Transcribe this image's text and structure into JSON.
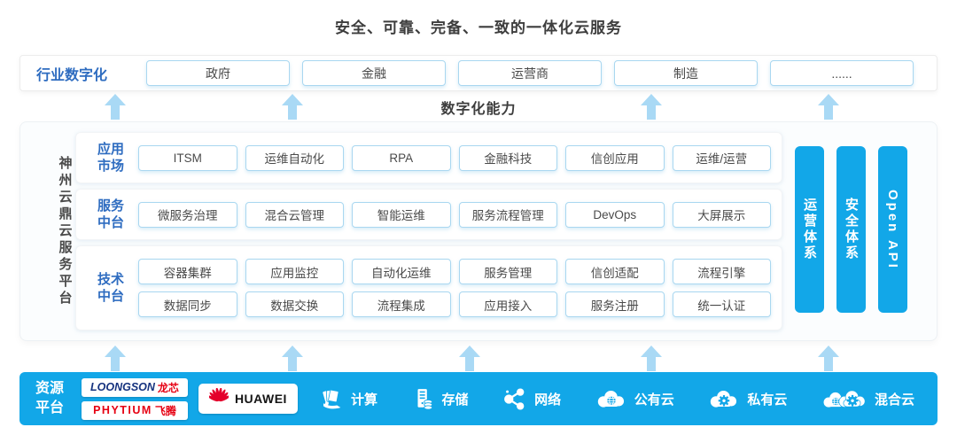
{
  "title": "安全、可靠、完备、一致的一体化云服务",
  "industry": {
    "label": "行业数字化",
    "items": [
      "政府",
      "金融",
      "运营商",
      "制造",
      "......"
    ]
  },
  "capability_label": "数字化能力",
  "platform": {
    "name": "神州云鼎云服务平台",
    "sections": [
      {
        "label": "应用市场",
        "rows": [
          [
            "ITSM",
            "运维自动化",
            "RPA",
            "金融科技",
            "信创应用",
            "运维/运营"
          ]
        ]
      },
      {
        "label": "服务中台",
        "rows": [
          [
            "微服务治理",
            "混合云管理",
            "智能运维",
            "服务流程管理",
            "DevOps",
            "大屏展示"
          ]
        ]
      },
      {
        "label": "技术中台",
        "rows": [
          [
            "容器集群",
            "应用监控",
            "自动化运维",
            "服务管理",
            "信创适配",
            "流程引擎"
          ],
          [
            "数据同步",
            "数据交换",
            "流程集成",
            "应用接入",
            "服务注册",
            "统一认证"
          ]
        ]
      }
    ],
    "pillars": [
      "运营体系",
      "安全体系",
      "Open API"
    ]
  },
  "resource": {
    "label": "资源平台",
    "vendors": {
      "loongson": {
        "en": "LOONGSON",
        "cn": "龙芯"
      },
      "phytium": {
        "en": "PHYTIUM",
        "cn": "飞腾"
      },
      "huawei": {
        "text": "HUAWEI",
        "icon": "huawei-flower-icon"
      }
    },
    "items": [
      {
        "label": "计算",
        "icon": "compute-icon"
      },
      {
        "label": "存储",
        "icon": "storage-icon"
      },
      {
        "label": "网络",
        "icon": "network-icon"
      },
      {
        "label": "公有云",
        "icon": "public-cloud-icon"
      },
      {
        "label": "私有云",
        "icon": "private-cloud-icon"
      },
      {
        "label": "混合云",
        "icon": "hybrid-cloud-icon"
      }
    ]
  },
  "colors": {
    "accent_blue": "#12a7e8",
    "arrow_blue": "#a9d9f5",
    "label_blue": "#2e6cc0",
    "pill_border_blue": "#a9d7f0",
    "text_dark": "#3d3d3d",
    "loongson_blue": "#16337f",
    "logo_red": "#e60012",
    "huawei_red": "#e4002b"
  }
}
